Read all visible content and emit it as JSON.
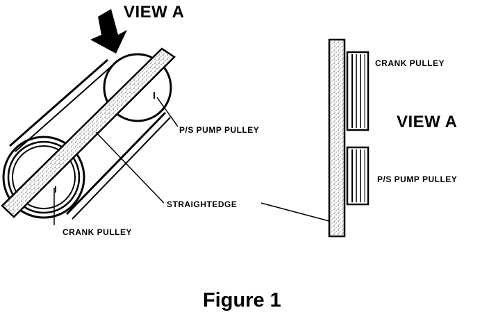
{
  "labels": {
    "view_a_top": "VIEW A",
    "view_a_side": "VIEW A",
    "crank_pulley_side": "CRANK PULLEY",
    "ps_pump_pulley_left": "P/S PUMP PULLEY",
    "ps_pump_pulley_side": "P/S PUMP PULLEY",
    "straightedge": "STRAIGHTEDGE",
    "crank_pulley_left": "CRANK PULLEY"
  },
  "caption": "Figure 1",
  "colors": {
    "ink": "#000000",
    "paper": "#ffffff",
    "texture": "#555555"
  }
}
